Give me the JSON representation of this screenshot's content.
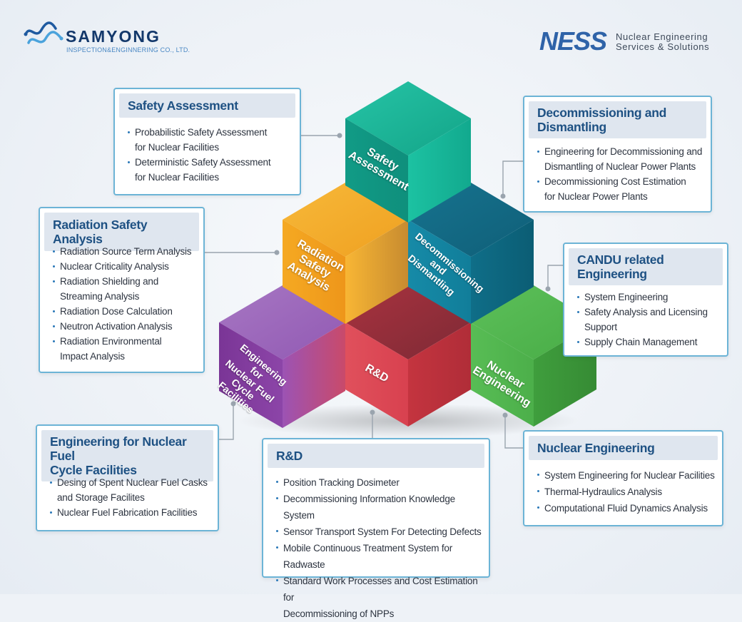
{
  "logos": {
    "left_name": "SAMYONG",
    "left_sub": "INSPECTION&ENGINNERING CO., LTD.",
    "right_mark": "NESS",
    "right_line1": "Nuclear Engineering",
    "right_line2": "Services & Solutions"
  },
  "cubes": {
    "safety": "Safety\nAssessment",
    "radiation": "Radiation\nSafety\nAnalysis",
    "decommissioning": "Decommissioning\nand\nDismantling",
    "fuel": "Engineering for\nNuclear Fuel\nCycle Facilities",
    "rnd": "R&D",
    "nuclear": "Nuclear\nEngineering"
  },
  "boxes": {
    "safety": {
      "title": "Safety Assessment",
      "items": [
        "Probabilistic Safety Assessment",
        "for Nuclear Facilities",
        "Deterministic Safety Assessment",
        "for Nuclear Facilities"
      ]
    },
    "radiation": {
      "title": "Radiation Safety Analysis",
      "items": [
        "Radiation Source Term Analysis",
        "Nuclear Criticality Analysis",
        "Radiation Shielding and",
        "Streaming Analysis",
        "Radiation Dose Calculation",
        "Neutron Activation Analysis",
        "Radiation Environmental",
        "Impact Analysis"
      ]
    },
    "fuel": {
      "title_line1": "Engineering for Nuclear Fuel",
      "title_line2": "Cycle Facilities",
      "items": [
        "Desing of Spent Nuclear Fuel Casks",
        "and Storage Facilites",
        "Nuclear Fuel Fabrication Facilities"
      ]
    },
    "rnd": {
      "title": "R&D",
      "items": [
        "Position Tracking Dosimeter",
        "Decommissioning Information Knowledge System",
        "Sensor Transport System For Detecting Defects",
        "Mobile Continuous Treatment System for Radwaste",
        "Standard Work Processes and Cost Estimation for",
        "Decommissioning of NPPs"
      ]
    },
    "decommissioning": {
      "title_line1": "Decommissioning and",
      "title_line2": "Dismantling",
      "items": [
        "Engineering for Decommissioning and",
        "Dismantling of Nuclear Power Plants",
        "Decommissioning Cost Estimation",
        "for Nuclear Power Plants"
      ]
    },
    "candu": {
      "title_line1": "CANDU related",
      "title_line2": "Engineering",
      "items": [
        "System Engineering",
        "Safety Analysis and Licensing",
        "Support",
        "Supply Chain Management"
      ]
    },
    "nuclear": {
      "title": "Nuclear Engineering",
      "items": [
        "System Engineering for Nuclear Facilities",
        "Thermal-Hydraulics Analysis",
        "Computational Fluid Dynamics Analysis"
      ]
    }
  },
  "colors": {
    "safety": "#17a98f",
    "radiation": "#f2a51f",
    "decommissioning": "#127b96",
    "fuel": "#8b46a8",
    "rnd": "#d8414f",
    "nuclear": "#4cae4c",
    "box_border": "#6cb4d6",
    "title": "#1e5183"
  }
}
